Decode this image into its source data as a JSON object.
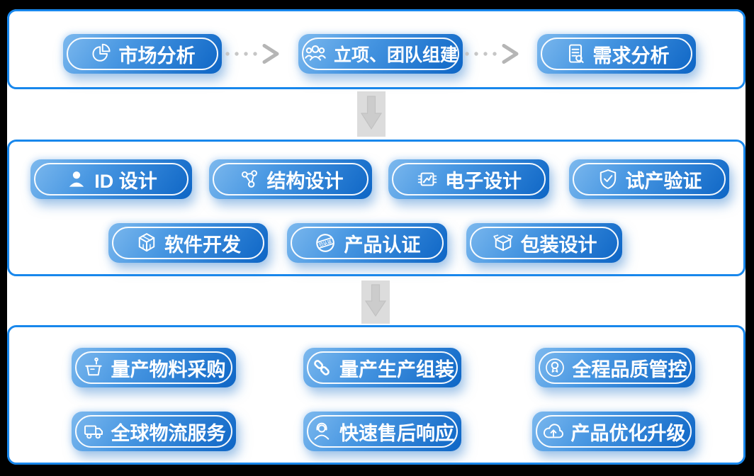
{
  "canvas": {
    "background": "#000000",
    "page_background": "#ffffff"
  },
  "palette": {
    "section_border": "#1887ec",
    "pill_gradient_start": "#7db9ee",
    "pill_gradient_end": "#0d65c5",
    "pill_text": "#ffffff",
    "flow_connector_gray": "#b9b9b9",
    "section_arrow_gray": "#dcdcdc"
  },
  "flow_top": {
    "steps": [
      {
        "label": "市场分析",
        "icon": "pie-chart-icon"
      },
      {
        "label": "立项、团队组建",
        "icon": "team-icon"
      },
      {
        "label": "需求分析",
        "icon": "document-search-icon"
      }
    ]
  },
  "design_section": {
    "row1": [
      {
        "label": "ID 设计",
        "icon": "person-icon"
      },
      {
        "label": "结构设计",
        "icon": "molecule-icon"
      },
      {
        "label": "电子设计",
        "icon": "chip-icon"
      },
      {
        "label": "试产验证",
        "icon": "shield-check-icon"
      }
    ],
    "row2": [
      {
        "label": "软件开发",
        "icon": "cube-icon"
      },
      {
        "label": "产品认证",
        "icon": "stamp-icon",
        "stamp_text": "已认证"
      },
      {
        "label": "包装设计",
        "icon": "package-icon"
      }
    ]
  },
  "production_section": {
    "row1": [
      {
        "label": "量产物料采购",
        "icon": "basket-icon"
      },
      {
        "label": "量产生产组装",
        "icon": "chain-link-icon"
      },
      {
        "label": "全程品质管控",
        "icon": "medal-icon"
      }
    ],
    "row2": [
      {
        "label": "全球物流服务",
        "icon": "truck-icon"
      },
      {
        "label": "快速售后响应",
        "icon": "support-agent-icon"
      },
      {
        "label": "产品优化升级",
        "icon": "cloud-upload-icon"
      }
    ]
  }
}
